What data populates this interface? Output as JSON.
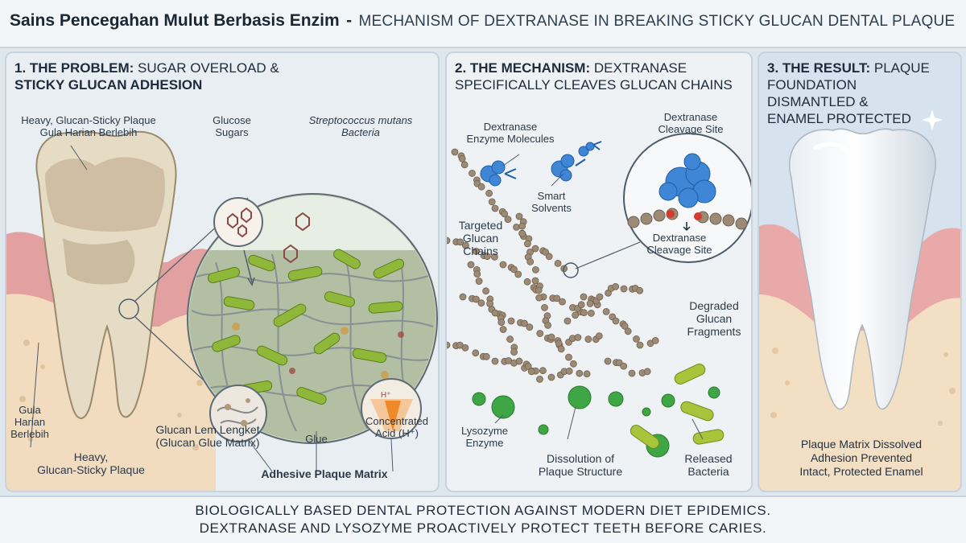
{
  "title": {
    "bold": "Sains Pencegahan Mulut Berbasis Enzim",
    "separator": "-",
    "sub": "Mechanism of Dextranase in Breaking Sticky Glucan Dental Plaque"
  },
  "panel1": {
    "heading_bold": "1. The Problem:",
    "heading_rest": "Sugar Overload &",
    "heading_bold2": "Sticky Glucan Adhesion",
    "labels": {
      "heavy_plaque_top": "Heavy, Glucan-Sticky Plaque\nGula Harian Berlebih",
      "glucose": "Glucose\nSugars",
      "bacteria": "Streptococcus mutans\nBacteria",
      "gula_harian": "Gula\nHarian\nBerlebih",
      "heavy_plaque_bottom": "Heavy,\nGlucan-Sticky Plaque",
      "glucan_glue": "Glucan Lem Lengket\n(Glucan Glue Matrix)",
      "glue": "Glue",
      "acid": "Concentrated\nAcid (H⁺)",
      "matrix": "Adhesive Plaque Matrix",
      "acid_symbol": "H⁺"
    }
  },
  "panel2": {
    "heading_bold": "2. The Mechanism:",
    "heading_rest": "Dextranase",
    "heading_line2": "Specifically Cleaves Glucan Chains",
    "labels": {
      "enzyme_molecules": "Dextranase\nEnzyme Molecules",
      "cleavage_top": "Dextranase\nCleavage Site",
      "smart_solvents": "Smart\nSolvents",
      "targeted": "Targeted\nGlucan\nChains",
      "cleavage_bottom": "Dextranase\nCleavage Site",
      "degraded": "Degraded\nGlucan\nFragments",
      "lysozyme": "Lysozyme\nEnzyme",
      "dissolution": "Dissolution of\nPlaque Structure",
      "released": "Released\nBacteria"
    }
  },
  "panel3": {
    "heading_bold": "3. The Result:",
    "heading_rest": "Plaque",
    "heading_line2": "Foundation",
    "heading_line3": "Dismantled &",
    "heading_line4": "Enamel Protected",
    "result_lines": [
      "Plaque Matrix Dissolved",
      "Adhesion Prevented",
      "Intact, Protected Enamel"
    ]
  },
  "footer": {
    "line1": "Biologically based dental protection against modern diet epidemics.",
    "line2": "Dextranase and lysozyme proactively protect teeth before caries."
  },
  "colors": {
    "gum": "#e3a0a0",
    "bone": "#f1dcc0",
    "bacteria_green": "#8fb83a",
    "enzyme_blue": "#3f86d6",
    "lysozyme_green": "#3fa645",
    "glucan_bead": "#9c8a74"
  }
}
